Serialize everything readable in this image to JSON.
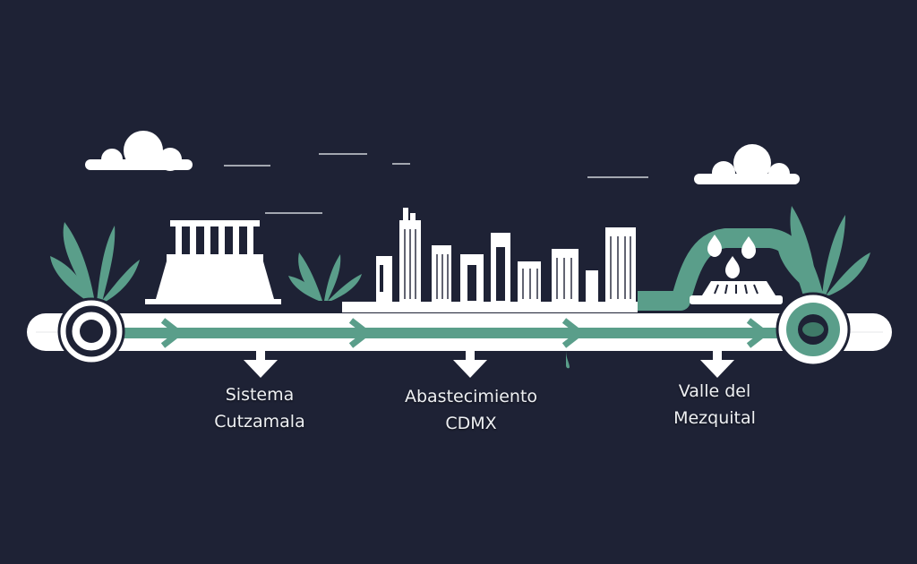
{
  "colors": {
    "background": "#1e2235",
    "white": "#ffffff",
    "accent": "#5a9e8a",
    "accent_dark": "#3f7a68",
    "pipe_dark": "#1e2235"
  },
  "stages": [
    {
      "line1": "Sistema",
      "line2": "Cutzamala",
      "icon": "dam-icon"
    },
    {
      "line1": "Abastecimiento",
      "line2": "CDMX",
      "icon": "city-skyline-icon"
    },
    {
      "line1": "Valle del",
      "line2": "Mezquital",
      "icon": "sprinkler-drain-icon"
    }
  ]
}
